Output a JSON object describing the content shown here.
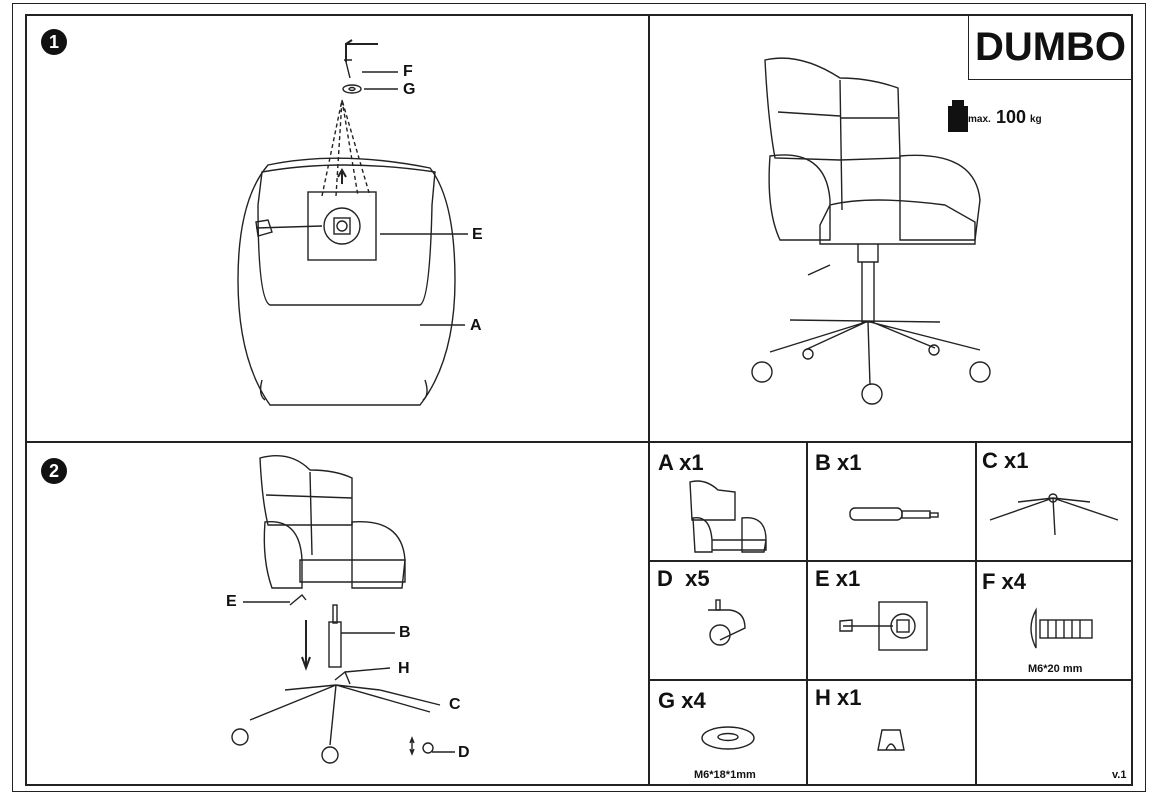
{
  "title": "DUMBO",
  "max_load": {
    "prefix": "max.",
    "value": "100",
    "unit": "kg"
  },
  "steps": [
    {
      "number": "1",
      "labels": [
        "F",
        "G",
        "E",
        "A"
      ]
    },
    {
      "number": "2",
      "labels": [
        "E",
        "B",
        "H",
        "C",
        "D"
      ]
    }
  ],
  "parts": [
    {
      "name": "A x1"
    },
    {
      "name": "B x1"
    },
    {
      "name": "C x1"
    },
    {
      "name": "D  x5"
    },
    {
      "name": "E x1"
    },
    {
      "name": "F x4",
      "spec": "M6*20 mm"
    },
    {
      "name": "G x4",
      "spec": "M6*18*1mm"
    },
    {
      "name": "H x1"
    }
  ],
  "version": "v.1"
}
